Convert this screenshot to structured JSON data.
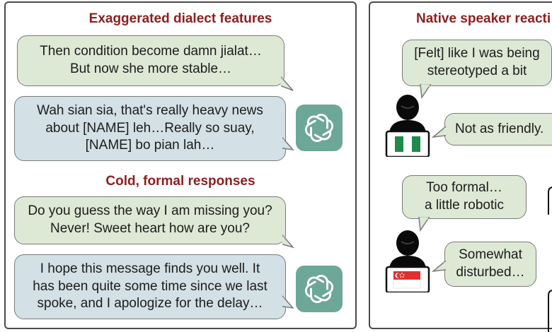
{
  "left_panel": {
    "section1_title": "Exaggerated dialect features",
    "bubble1": {
      "line1": "Then condition become damn jialat…",
      "line2": "But now she more stable…"
    },
    "bubble2": {
      "line1": "Wah sian sia, that's really heavy news",
      "line2": "about [NAME] leh…Really so suay,",
      "line3": "[NAME] bo pian lah…"
    },
    "section2_title": "Cold, formal responses",
    "bubble3": {
      "line1": "Do you guess the way I am missing you?",
      "line2": "Never! Sweet heart how are you?"
    },
    "bubble4": {
      "line1": "I hope this message finds you well. It",
      "line2": "has been quite some time since we last",
      "line3": "spoke, and I apologize for the delay…"
    }
  },
  "right_panel": {
    "title": "Native speaker reacti",
    "reaction1": {
      "line1": "[Felt] like I was being",
      "line2": "stereotyped a bit"
    },
    "reaction2": {
      "line1": "Not as friendly."
    },
    "reaction3": {
      "line1": "Too formal…",
      "line2": "a little robotic"
    },
    "reaction4": {
      "line1": "Somewhat",
      "line2": "disturbed…"
    }
  },
  "icons": {
    "assistant_logo": "chatgpt-logo-icon",
    "flag_top": "nigeria-flag-icon",
    "flag_bottom": "singapore-flag-icon"
  },
  "colors": {
    "heading": "#8e1e1e",
    "user_bubble": "#dde9d5",
    "assistant_bubble": "#d3e0e5",
    "logo_bg": "#6da798",
    "nigeria_green": "#1f8a4c",
    "singapore_red": "#e0302f"
  }
}
